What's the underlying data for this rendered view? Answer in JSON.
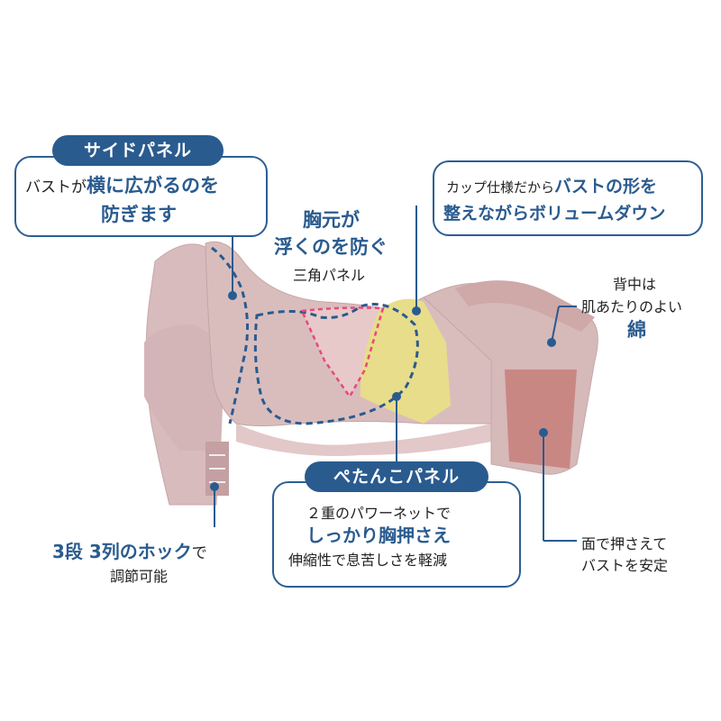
{
  "side_panel": {
    "title": "サイドパネル",
    "line1_prefix": "バストが",
    "line1_bold": "横に広がるのを",
    "line2_bold": "防ぎます"
  },
  "cup": {
    "line1_prefix": "カップ仕様だから",
    "line1_bold": "バストの形を",
    "line2_bold": "整えながらボリュームダウン"
  },
  "triangle": {
    "line1_bold": "胸元が",
    "line2_bold": "浮くのを防ぐ",
    "line3": "三角パネル"
  },
  "back": {
    "line1": "背中は",
    "line2": "肌あたりのよい",
    "line3_bold": "綿"
  },
  "flat_panel": {
    "title": "ぺたんこパネル",
    "line1": "２重のパワーネットで",
    "line2_bold": "しっかり胸押さえ",
    "line3": "伸縮性で息苦しさを軽減"
  },
  "hook": {
    "line1_bold": "3段 3列のホック",
    "line1_suffix": "で",
    "line2": "調節可能"
  },
  "surface": {
    "line1": "面で押さえて",
    "line2": "バストを安定"
  },
  "colors": {
    "accent": "#2a5b8f",
    "garment": "#d9bcbc",
    "mesh_yellow": "#ebe08a",
    "mesh_pink": "#c98a86"
  }
}
